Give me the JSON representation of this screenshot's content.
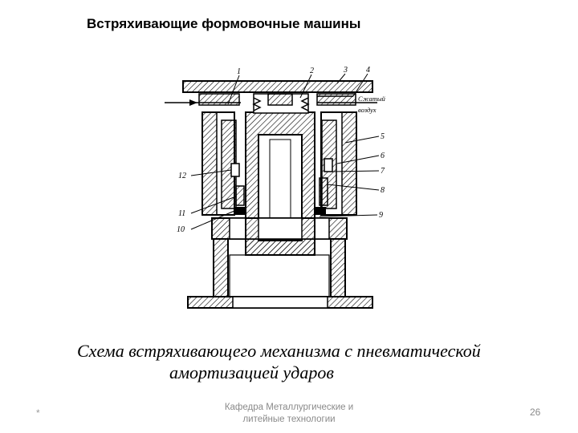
{
  "slide": {
    "title": "Встряхивающие формовочные машины",
    "figure": {
      "numbers": [
        "1",
        "2",
        "3",
        "4",
        "5",
        "6",
        "7",
        "8",
        "9",
        "10",
        "11",
        "12"
      ],
      "air_label_line1": "Сжатый",
      "air_label_line2": "воздух"
    },
    "caption_line1": "Схема встряхивающего механизма с пневматической",
    "caption_line2": "амортизацией ударов",
    "footer": {
      "marker": "*",
      "department_line1": "Кафедра Металлургические и",
      "department_line2": "литейные технологии",
      "page_number": "26"
    }
  }
}
